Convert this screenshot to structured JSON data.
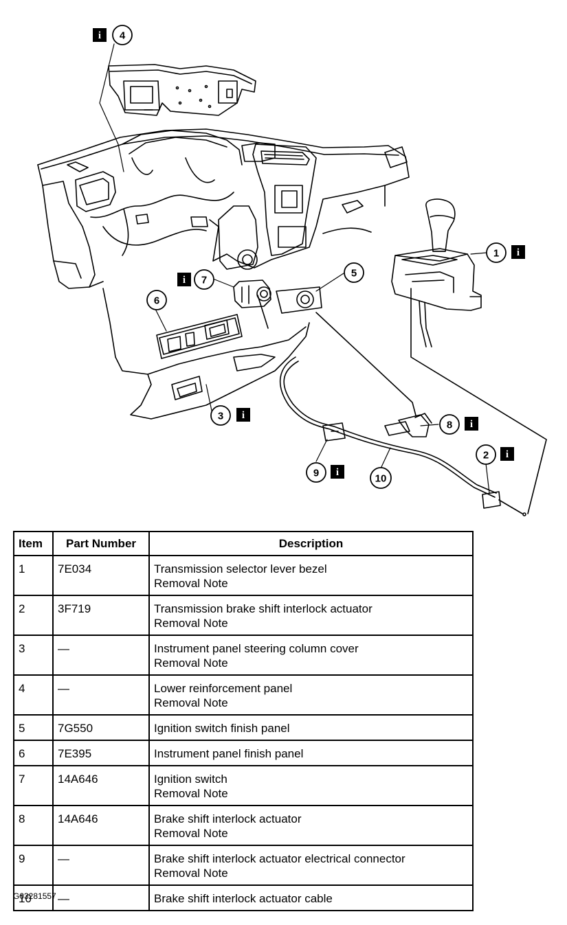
{
  "callouts": [
    {
      "number": "1",
      "info_icon": "info-icon"
    },
    {
      "number": "2",
      "info_icon": "info-icon"
    },
    {
      "number": "3",
      "info_icon": "info-icon"
    },
    {
      "number": "4",
      "info_icon": "info-icon"
    },
    {
      "number": "5",
      "info_icon": ""
    },
    {
      "number": "6",
      "info_icon": ""
    },
    {
      "number": "7",
      "info_icon": "info-icon"
    },
    {
      "number": "8",
      "info_icon": "info-icon"
    },
    {
      "number": "9",
      "info_icon": "info-icon"
    },
    {
      "number": "10",
      "info_icon": ""
    }
  ],
  "info_letter": "i",
  "table": {
    "headers": {
      "item": "Item",
      "part_number": "Part Number",
      "description": "Description"
    },
    "rows": [
      {
        "item": "1",
        "part_number": "7E034",
        "description": "Transmission selector lever bezel",
        "note": "Removal Note"
      },
      {
        "item": "2",
        "part_number": "3F719",
        "description": "Transmission brake shift interlock actuator",
        "note": "Removal Note"
      },
      {
        "item": "3",
        "part_number": "—",
        "description": "Instrument panel steering column cover",
        "note": "Removal Note"
      },
      {
        "item": "4",
        "part_number": "—",
        "description": "Lower reinforcement panel",
        "note": "Removal Note"
      },
      {
        "item": "5",
        "part_number": "7G550",
        "description": "Ignition switch finish panel",
        "note": ""
      },
      {
        "item": "6",
        "part_number": "7E395",
        "description": "Instrument panel finish panel",
        "note": ""
      },
      {
        "item": "7",
        "part_number": "14A646",
        "description": "Ignition switch",
        "note": "Removal Note"
      },
      {
        "item": "8",
        "part_number": "14A646",
        "description": "Brake shift interlock actuator",
        "note": "Removal Note"
      },
      {
        "item": "9",
        "part_number": "—",
        "description": "Brake shift interlock actuator electrical connector",
        "note": "Removal Note"
      },
      {
        "item": "10",
        "part_number": "—",
        "description": "Brake shift interlock actuator cable",
        "note": ""
      }
    ]
  },
  "figure_id": "G03281557"
}
